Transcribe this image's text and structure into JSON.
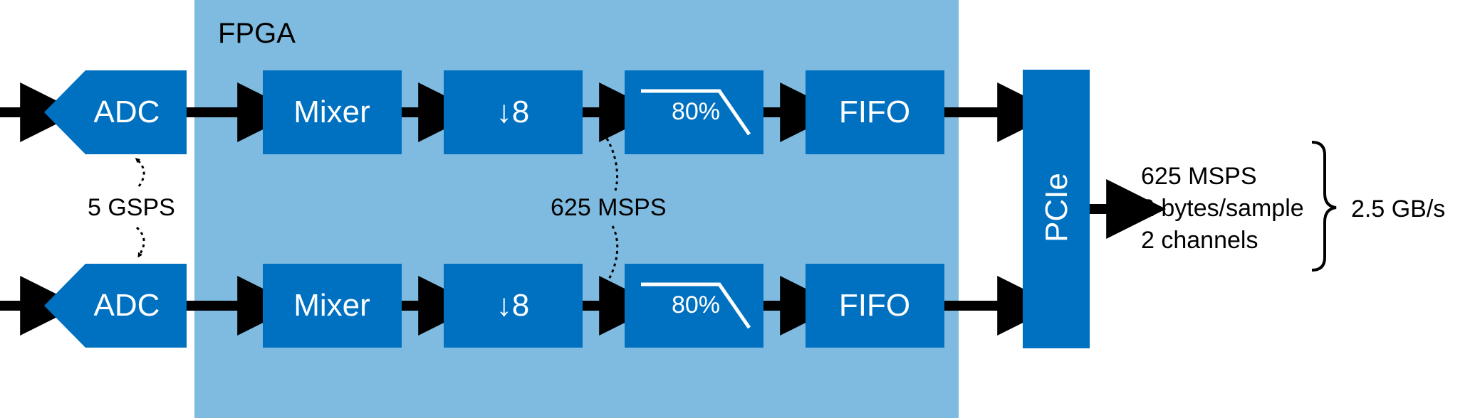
{
  "fpga": {
    "label": "FPGA"
  },
  "channels": [
    {
      "adc": "ADC",
      "mixer": "Mixer",
      "decimator": "↓8",
      "filter": "80%",
      "fifo": "FIFO"
    },
    {
      "adc": "ADC",
      "mixer": "Mixer",
      "decimator": "↓8",
      "filter": "80%",
      "fifo": "FIFO"
    }
  ],
  "pcie": {
    "label": "PCIe"
  },
  "annotations": {
    "adc_rate": "5 GSPS",
    "decimated_rate": "625 MSPS"
  },
  "output": {
    "lines": [
      "625 MSPS",
      "2 bytes/sample",
      "2 channels"
    ],
    "total": "2.5 GB/s"
  },
  "colors": {
    "fpga_bg": "#7fbbe0",
    "block": "#0070c0",
    "arrow": "#000000"
  }
}
